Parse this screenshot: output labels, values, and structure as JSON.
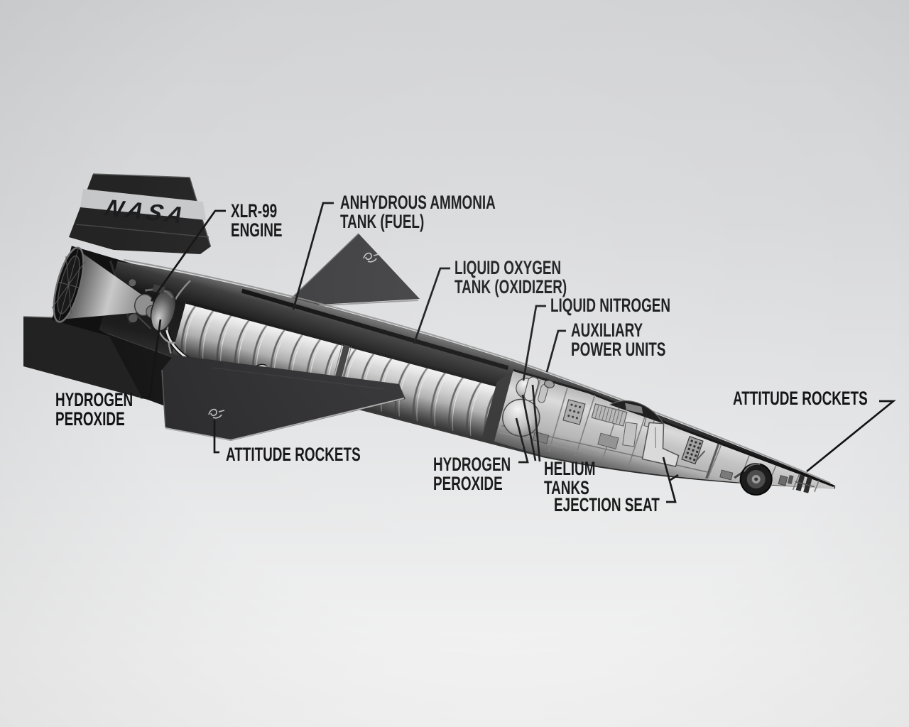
{
  "illustration": {
    "tail_logo": "NASA",
    "subject_marks": [
      "wing-marking-icon",
      "wing-marking-icon"
    ]
  },
  "labels": {
    "xlr99": {
      "lines": [
        "XLR-99",
        "ENGINE"
      ]
    },
    "ammonia_tank": {
      "lines": [
        "ANHYDROUS AMMONIA",
        "TANK (FUEL)"
      ]
    },
    "lox_tank": {
      "lines": [
        "LIQUID OXYGEN",
        "TANK (OXIDIZER)"
      ]
    },
    "liquid_nitrogen": {
      "lines": [
        "LIQUID NITROGEN"
      ]
    },
    "apu": {
      "lines": [
        "AUXILIARY",
        "POWER UNITS"
      ]
    },
    "attitude_rockets_nose": {
      "lines": [
        "ATTITUDE ROCKETS"
      ]
    },
    "hydrogen_peroxide_aft": {
      "lines": [
        "HYDROGEN",
        "PEROXIDE"
      ]
    },
    "attitude_rockets_wing": {
      "lines": [
        "ATTITUDE ROCKETS"
      ]
    },
    "hydrogen_peroxide_fwd": {
      "lines": [
        "HYDROGEN",
        "PEROXIDE"
      ]
    },
    "helium_tanks": {
      "lines": [
        "HELIUM",
        "TANKS"
      ]
    },
    "ejection_seat": {
      "lines": [
        "EJECTION SEAT"
      ]
    }
  },
  "colors": {
    "background_top": "#d2d3d5",
    "background_bottom": "#f4f4f4",
    "ink": "#131313",
    "airframe_dark": "#1a1a1a",
    "tank_light": "#cfcfcf",
    "nasa_band": "#c7c8c9"
  }
}
